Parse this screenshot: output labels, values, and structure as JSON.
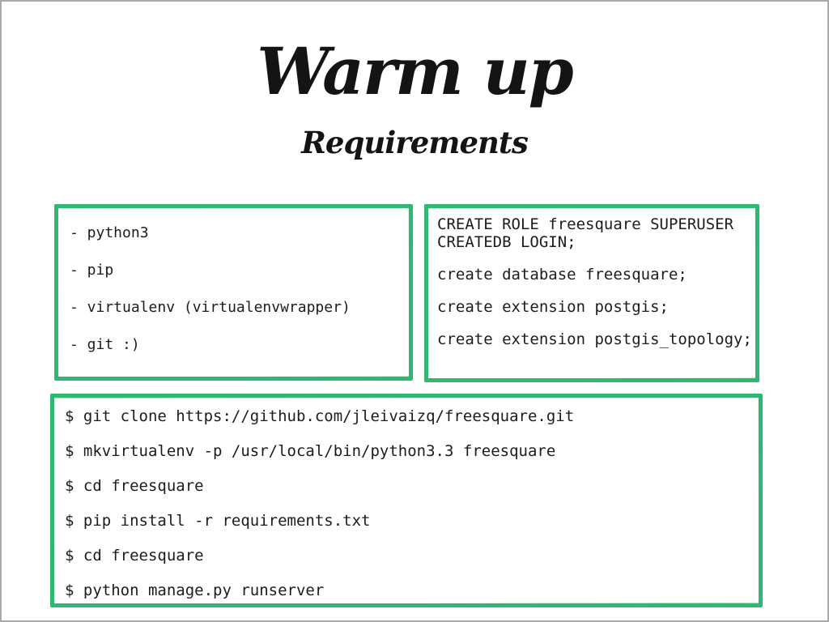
{
  "slide": {
    "title": "Warm up",
    "subtitle": "Requirements",
    "accent_color": "#2eb872",
    "boxes": {
      "requirements": {
        "lines": [
          "- python3",
          "- pip",
          "- virtualenv (virtualenvwrapper)",
          "- git :)"
        ]
      },
      "database_setup": {
        "statements": [
          "CREATE ROLE freesquare SUPERUSER CREATEDB LOGIN;",
          "create database freesquare;",
          "create extension postgis;",
          "create extension postgis_topology;"
        ]
      },
      "shell_commands": {
        "lines": [
          "$ git clone https://github.com/jleivaizq/freesquare.git",
          "$ mkvirtualenv -p /usr/local/bin/python3.3 freesquare",
          "$ cd freesquare",
          "$ pip install -r requirements.txt",
          "$ cd freesquare",
          "$ python manage.py runserver"
        ]
      }
    }
  }
}
